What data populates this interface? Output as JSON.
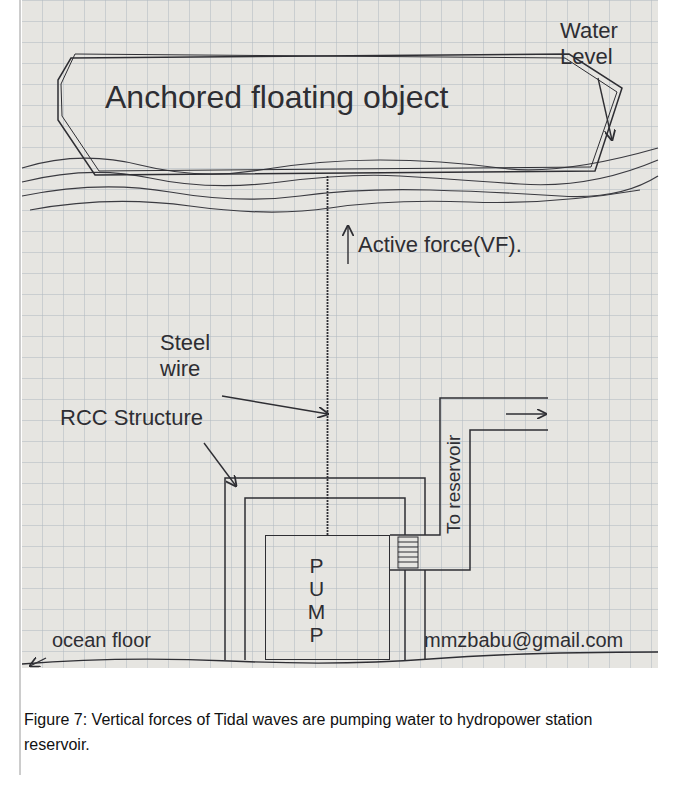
{
  "diagram": {
    "caption": "Figure 7: Vertical forces of Tidal waves are pumping water to hydropower station reservoir.",
    "nodes": [
      {
        "text": [
          "Anchored floating object"
        ]
      },
      {
        "text": [
          "PUMP"
        ]
      }
    ],
    "edges": [
      {
        "from": 0,
        "to": 1,
        "arrow": "none"
      }
    ],
    "labels": [
      "Water Level",
      "Active force(VF).",
      "Steel wire",
      "RCC Structure",
      "To reservoir",
      "ocean floor",
      "mmzbabu@gmail.com"
    ]
  }
}
